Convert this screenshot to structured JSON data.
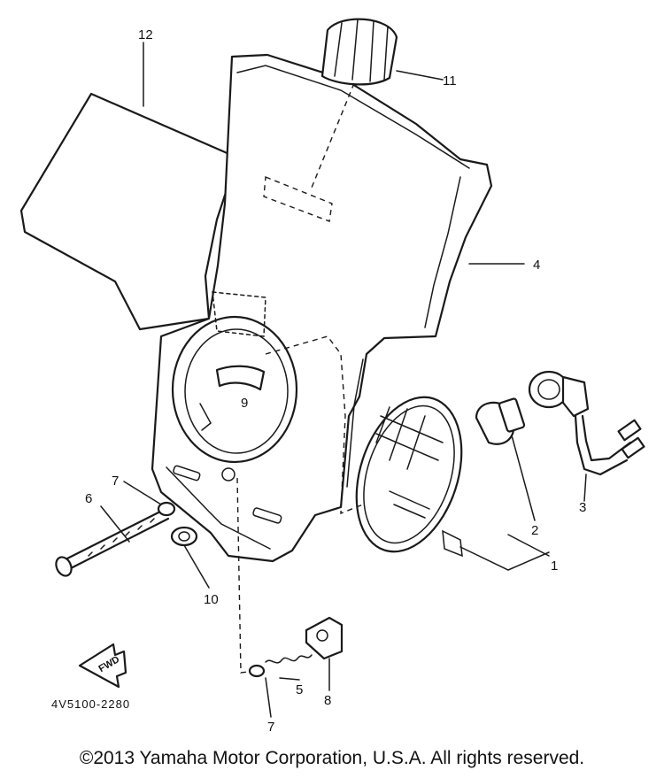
{
  "callouts": [
    {
      "id": "1",
      "label": "1"
    },
    {
      "id": "2",
      "label": "2"
    },
    {
      "id": "3",
      "label": "3"
    },
    {
      "id": "4",
      "label": "4"
    },
    {
      "id": "5",
      "label": "5"
    },
    {
      "id": "6",
      "label": "6"
    },
    {
      "id": "7a",
      "label": "7"
    },
    {
      "id": "7b",
      "label": "7"
    },
    {
      "id": "8",
      "label": "8"
    },
    {
      "id": "9",
      "label": "9"
    },
    {
      "id": "10",
      "label": "10"
    },
    {
      "id": "11",
      "label": "11"
    },
    {
      "id": "12",
      "label": "12"
    }
  ],
  "diagram_code": "4V5100-2280",
  "fwd_label": "FWD",
  "copyright": "©2013 Yamaha Motor Corporation, U.S.A. All rights reserved."
}
